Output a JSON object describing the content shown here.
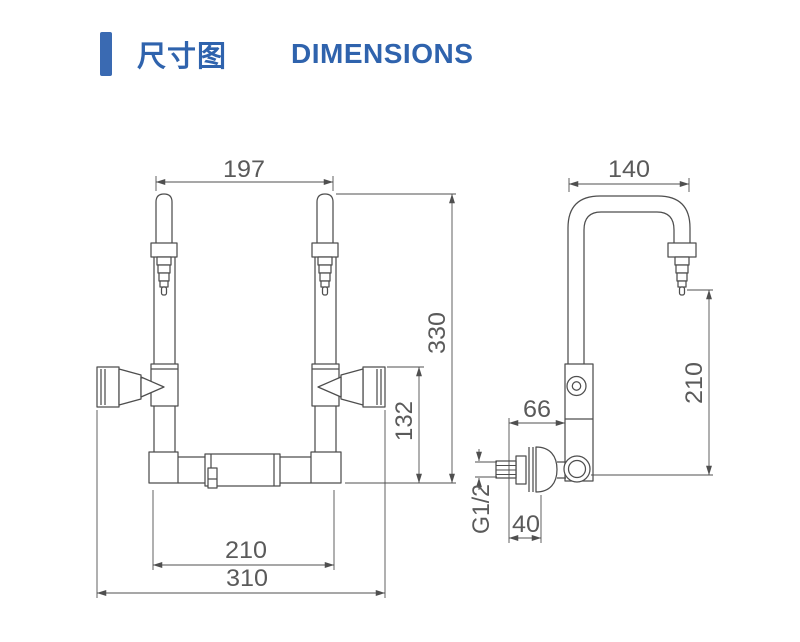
{
  "page": {
    "background": "#ffffff"
  },
  "header": {
    "accent_color": "#3a6ab2",
    "title_color": "#2f63ad",
    "title_zh": "尺寸图",
    "title_en": "DIMENSIONS"
  },
  "drawing": {
    "line_color": "#4e4e4e",
    "dim_text_color": "#5a5a5a",
    "front_view": {
      "dims": {
        "top_width": "197",
        "overall_height": "330",
        "handle_height": "132",
        "base_span": "210",
        "overall_width": "310"
      }
    },
    "side_view": {
      "dims": {
        "spout_reach": "140",
        "spout_drop": "210",
        "wall_offset": "66",
        "thread_size": "G1/2",
        "shank_length": "40"
      }
    }
  }
}
